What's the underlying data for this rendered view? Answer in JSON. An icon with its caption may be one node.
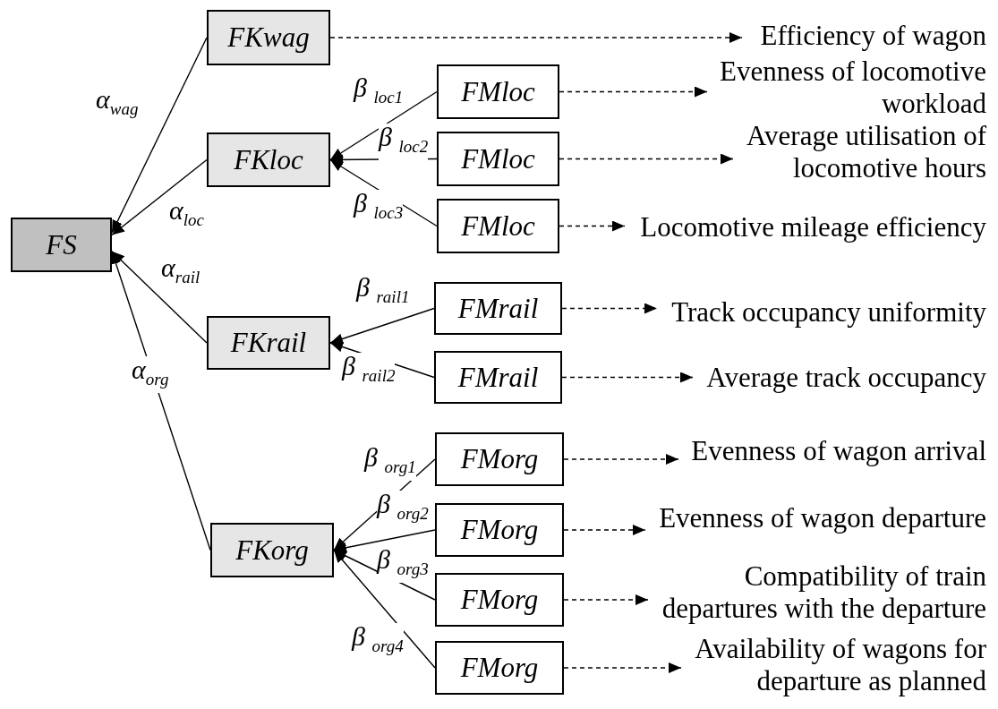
{
  "diagram": {
    "nodes": [
      {
        "text": [
          "FS"
        ]
      },
      {
        "text": [
          "FKwag"
        ]
      },
      {
        "text": [
          "FKloc"
        ]
      },
      {
        "text": [
          "FKrail"
        ]
      },
      {
        "text": [
          "FKorg"
        ]
      },
      {
        "text": [
          "FMloc"
        ]
      },
      {
        "text": [
          "FMloc"
        ]
      },
      {
        "text": [
          "FMloc"
        ]
      },
      {
        "text": [
          "FMrail"
        ]
      },
      {
        "text": [
          "FMrail"
        ]
      },
      {
        "text": [
          "FMorg"
        ]
      },
      {
        "text": [
          "FMorg"
        ]
      },
      {
        "text": [
          "FMorg"
        ]
      },
      {
        "text": [
          "FMorg"
        ]
      },
      {
        "text": [
          "Efficiency of wagon"
        ]
      },
      {
        "text": [
          "Evenness of locomotive workload"
        ]
      },
      {
        "text": [
          "Average utilisation of locomotive hours"
        ]
      },
      {
        "text": [
          "Locomotive mileage efficiency"
        ]
      },
      {
        "text": [
          "Track occupancy uniformity"
        ]
      },
      {
        "text": [
          "Average track occupancy"
        ]
      },
      {
        "text": [
          "Evenness of wagon arrival"
        ]
      },
      {
        "text": [
          "Evenness of wagon departure"
        ]
      },
      {
        "text": [
          "Compatibility of train departures with the departure"
        ]
      },
      {
        "text": [
          "Availability of wagons for departure as planned"
        ]
      }
    ],
    "edges": [
      {
        "from": 1,
        "to": 0,
        "arrow": "to",
        "label": "α$_{wag}$"
      },
      {
        "from": 2,
        "to": 0,
        "arrow": "to",
        "label": "α$_{loc}$"
      },
      {
        "from": 3,
        "to": 0,
        "arrow": "to",
        "label": "α$_{rail}$"
      },
      {
        "from": 4,
        "to": 0,
        "arrow": "to",
        "label": "α$_{org}$"
      },
      {
        "from": 5,
        "to": 2,
        "arrow": "to",
        "label": "β $_{loc1}$"
      },
      {
        "from": 6,
        "to": 2,
        "arrow": "to",
        "label": "β $_{loc2}$"
      },
      {
        "from": 7,
        "to": 2,
        "arrow": "to",
        "label": "β $_{loc3}$"
      },
      {
        "from": 8,
        "to": 3,
        "arrow": "to",
        "label": "β $_{rail1}$"
      },
      {
        "from": 9,
        "to": 3,
        "arrow": "to",
        "label": "β $_{rail2}$"
      },
      {
        "from": 10,
        "to": 4,
        "arrow": "to",
        "label": "β $_{org1}$"
      },
      {
        "from": 11,
        "to": 4,
        "arrow": "to",
        "label": "β $_{org2}$"
      },
      {
        "from": 12,
        "to": 4,
        "arrow": "to",
        "label": "β $_{org3}$"
      },
      {
        "from": 13,
        "to": 4,
        "arrow": "to",
        "label": "β $_{org4}$"
      },
      {
        "from": 1,
        "to": 14,
        "arrow": "to",
        "style": "dashed"
      },
      {
        "from": 5,
        "to": 15,
        "arrow": "to",
        "style": "dashed"
      },
      {
        "from": 6,
        "to": 16,
        "arrow": "to",
        "style": "dashed"
      },
      {
        "from": 7,
        "to": 17,
        "arrow": "to",
        "style": "dashed"
      },
      {
        "from": 8,
        "to": 18,
        "arrow": "to",
        "style": "dashed"
      },
      {
        "from": 9,
        "to": 19,
        "arrow": "to",
        "style": "dashed"
      },
      {
        "from": 10,
        "to": 20,
        "arrow": "to",
        "style": "dashed"
      },
      {
        "from": 11,
        "to": 21,
        "arrow": "to",
        "style": "dashed"
      },
      {
        "from": 12,
        "to": 22,
        "arrow": "to",
        "style": "dashed"
      },
      {
        "from": 13,
        "to": 23,
        "arrow": "to",
        "style": "dashed"
      }
    ]
  }
}
